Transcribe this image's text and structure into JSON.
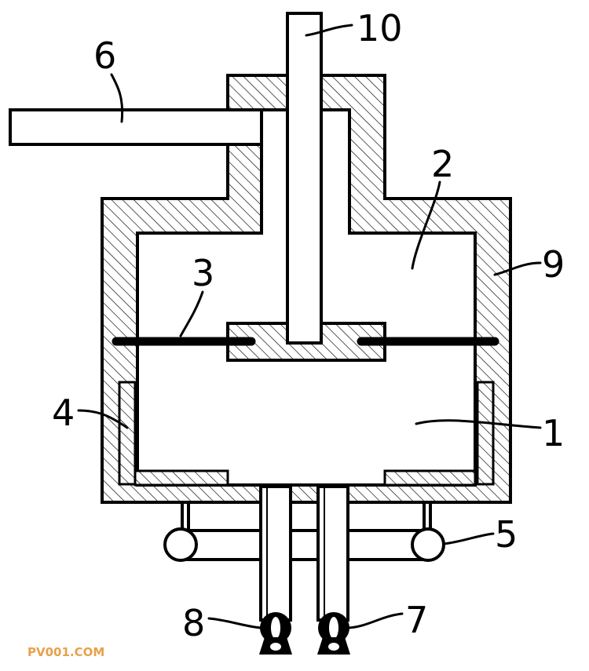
{
  "diagram": {
    "labels": {
      "l1": "1",
      "l2": "2",
      "l3": "3",
      "l4": "4",
      "l5": "5",
      "l6": "6",
      "l7": "7",
      "l8": "8",
      "l9": "9",
      "l10": "10"
    },
    "watermark": "PV001.COM"
  }
}
